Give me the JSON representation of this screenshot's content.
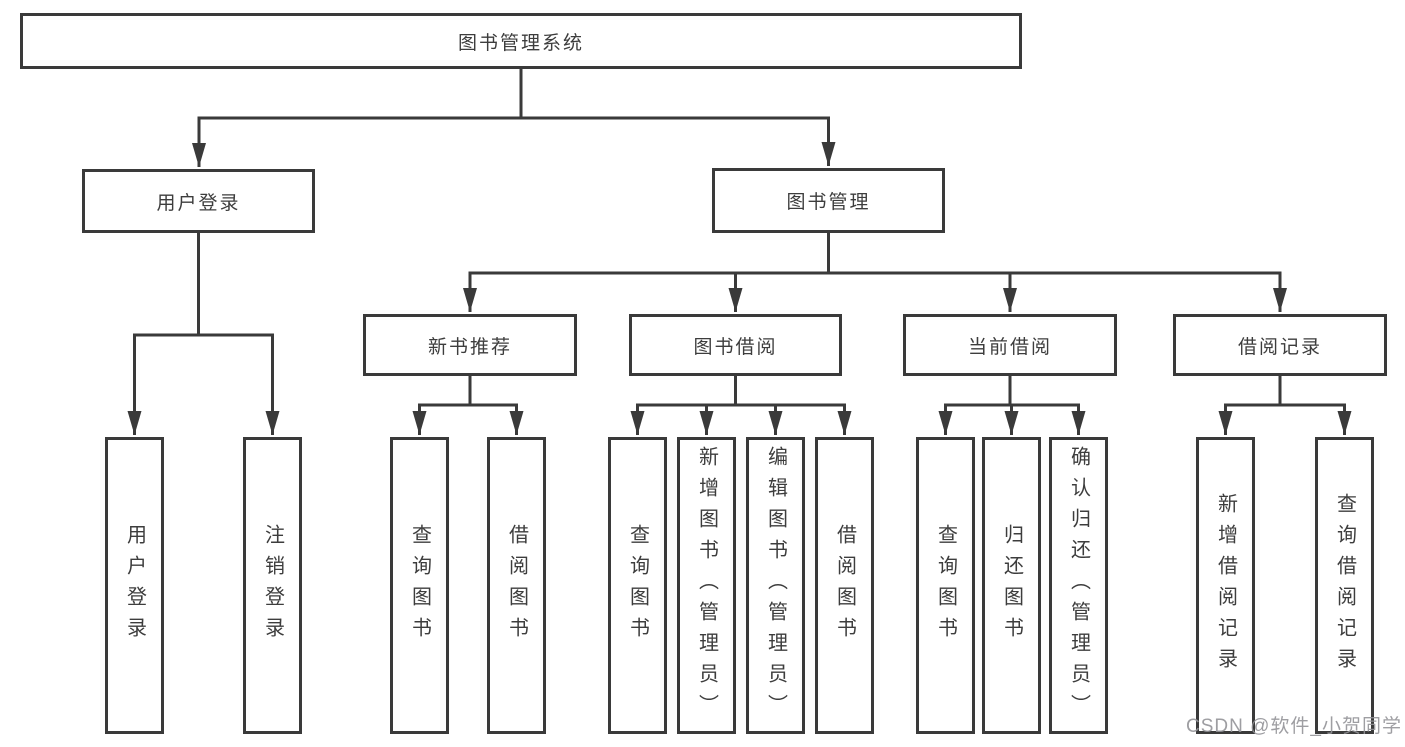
{
  "diagram": {
    "kind": "functional-structure-tree",
    "colors": {
      "line": "#3a3a3a",
      "box_border": "#3a3a3a",
      "box_fill": "#ffffff",
      "text": "#3d3d3d",
      "watermark": "#949498",
      "background": "#ffffff"
    }
  },
  "tree": {
    "root": {
      "id": "library-system",
      "label": "图书管理系统",
      "children": [
        {
          "id": "user-login",
          "label": "用户登录",
          "children": [
            {
              "id": "leaf-user-login",
              "label": "用户登录"
            },
            {
              "id": "leaf-logout",
              "label": "注销登录"
            }
          ]
        },
        {
          "id": "book-management",
          "label": "图书管理",
          "children": [
            {
              "id": "new-book-recommend",
              "label": "新书推荐",
              "children": [
                {
                  "id": "leaf-nb-query",
                  "label": "查询图书"
                },
                {
                  "id": "leaf-nb-borrow",
                  "label": "借阅图书"
                }
              ]
            },
            {
              "id": "book-borrow",
              "label": "图书借阅",
              "children": [
                {
                  "id": "leaf-bb-query",
                  "label": "查询图书"
                },
                {
                  "id": "leaf-bb-add",
                  "label": "新增图书（管理员）"
                },
                {
                  "id": "leaf-bb-edit",
                  "label": "编辑图书（管理员）"
                },
                {
                  "id": "leaf-bb-borrow",
                  "label": "借阅图书"
                }
              ]
            },
            {
              "id": "current-borrow",
              "label": "当前借阅",
              "children": [
                {
                  "id": "leaf-cb-query",
                  "label": "查询图书"
                },
                {
                  "id": "leaf-cb-return",
                  "label": "归还图书"
                },
                {
                  "id": "leaf-cb-confirm",
                  "label": "确认归还（管理员）"
                }
              ]
            },
            {
              "id": "borrow-records",
              "label": "借阅记录",
              "children": [
                {
                  "id": "leaf-rec-add",
                  "label": "新增借阅记录"
                },
                {
                  "id": "leaf-rec-query",
                  "label": "查询借阅记录"
                }
              ]
            }
          ]
        }
      ]
    }
  },
  "watermark": {
    "text": "CSDN @软件_小贺同学"
  }
}
